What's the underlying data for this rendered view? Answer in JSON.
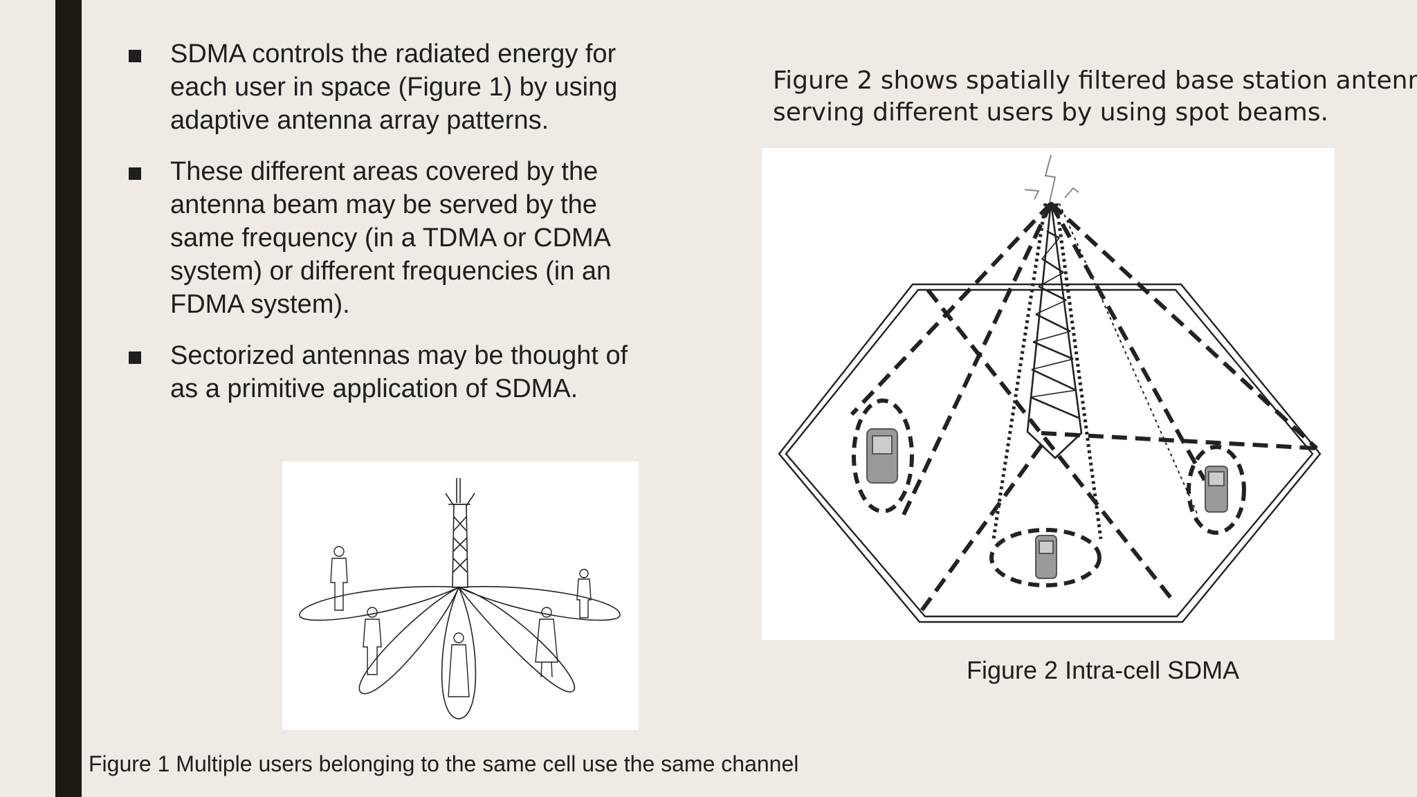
{
  "bullets": [
    "SDMA controls the radiated energy for each user in space (Figure 1) by using adaptive antenna array patterns.",
    "These different areas covered by the antenna beam may be served by the same frequency (in a TDMA or CDMA system) or different frequencies (in an FDMA system).",
    "Sectorized antennas may be thought of as a primitive application of SDMA."
  ],
  "figure2_description": {
    "line1": "Figure 2 shows spatially filtered base station antenn",
    "line2": "serving different users by using spot beams."
  },
  "figure1": {
    "caption": "Figure 1 Multiple users belonging to the same cell use the same channel"
  },
  "figure2": {
    "caption": "Figure 2 Intra-cell SDMA"
  },
  "colors": {
    "background": "#efebe4",
    "accent_bar": "#1c1c14",
    "text": "#1e1e1e"
  }
}
